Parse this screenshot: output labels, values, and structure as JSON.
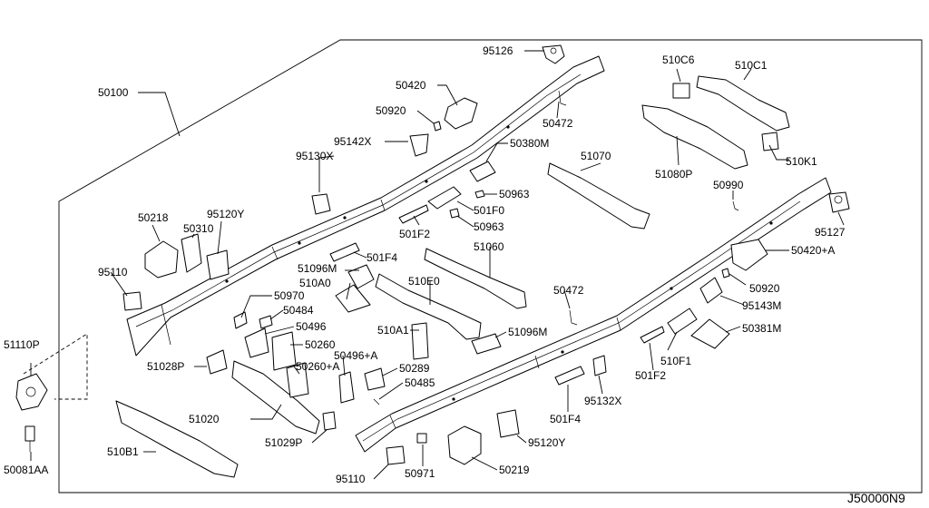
{
  "diagram_id": "J50000N9",
  "labels": {
    "p50100": "50100",
    "p95126": "95126",
    "p50420": "50420",
    "p50920": "50920",
    "p50472a": "50472",
    "p95142x": "95142X",
    "p95130x": "95130X",
    "p50380m": "50380M",
    "p51070": "51070",
    "p510c6": "510C6",
    "p510c1": "510C1",
    "p51080p": "51080P",
    "p510k1": "510K1",
    "p50990": "50990",
    "p95127": "95127",
    "p50420a": "50420+A",
    "p50920b": "50920",
    "p95143m": "95143M",
    "p50381m": "50381M",
    "p50963a": "50963",
    "p501f0": "501F0",
    "p50963b": "50963",
    "p501f2a": "501F2",
    "p51060": "51060",
    "p50218": "50218",
    "p50310": "50310",
    "p95120y": "95120Y",
    "p501f4a": "501F4",
    "p51096m": "51096M",
    "p510a0": "510A0",
    "p510e0": "510E0",
    "p95110": "95110",
    "p50970": "50970",
    "p50484": "50484",
    "p50496": "50496",
    "p50260": "50260",
    "p50472b": "50472",
    "p510a1": "510A1",
    "p51096m2": "51096M",
    "p51110p": "51110P",
    "p51028p": "51028P",
    "p50260a": "50260+A",
    "p50496a": "50496+A",
    "p50289": "50289",
    "p50485": "50485",
    "p51020": "51020",
    "p510f1": "510F1",
    "p501f2b": "501F2",
    "p95132x": "95132X",
    "p501f4b": "501F4",
    "p95120y2": "95120Y",
    "p51029p": "51029P",
    "p510b1": "510B1",
    "p95110b": "95110",
    "p50971": "50971",
    "p50219": "50219",
    "p50081aa": "50081AA"
  }
}
